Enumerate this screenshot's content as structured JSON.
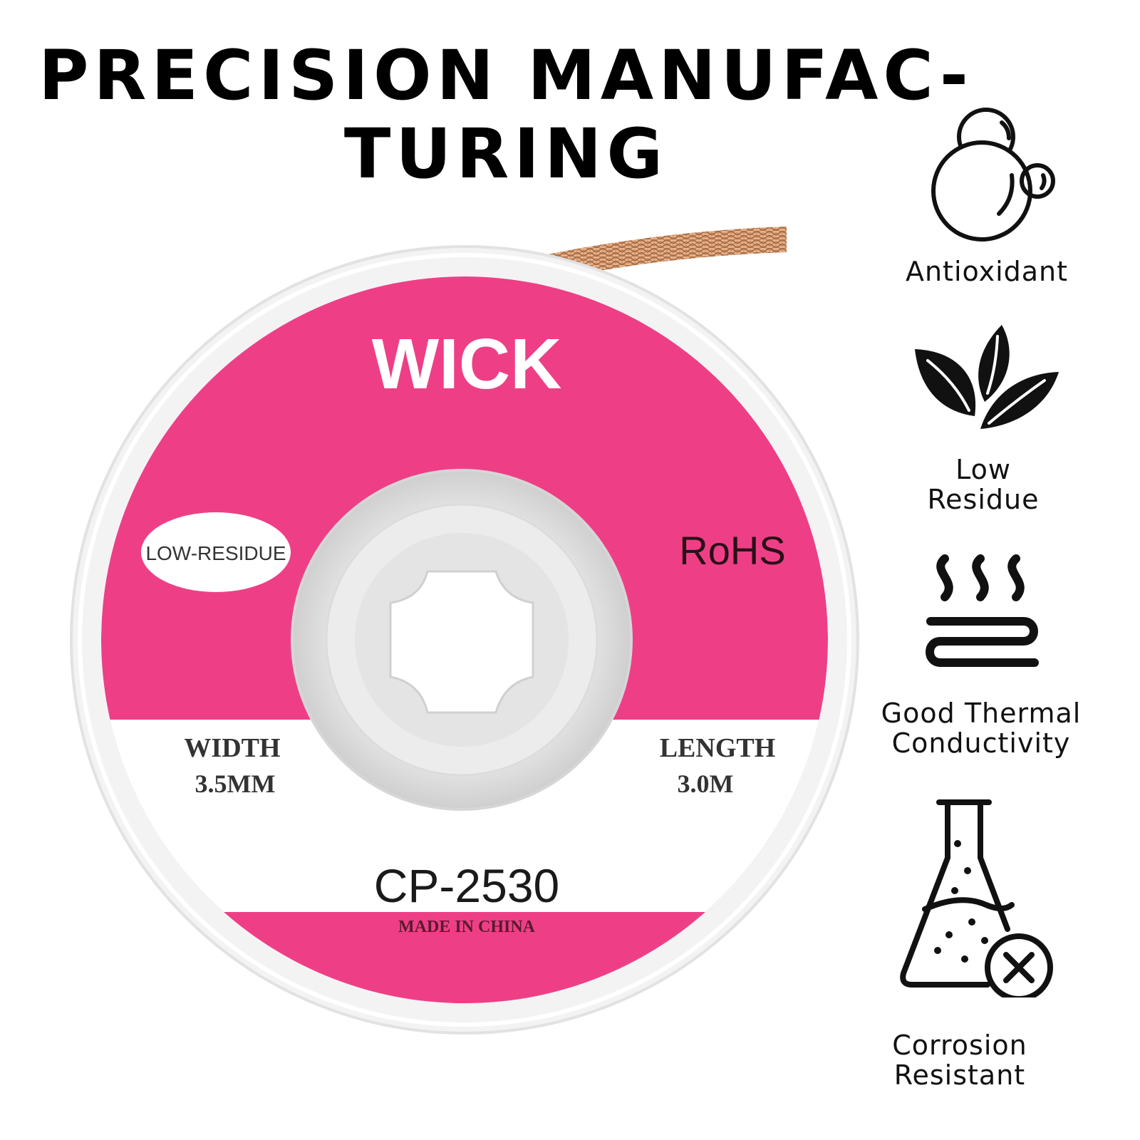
{
  "headline": {
    "line1": "PRECISION MANUFAC-",
    "line2": "TURING"
  },
  "spool": {
    "brand": "WICK",
    "badge": "LOW-RESIDUE",
    "cert": "RoHS",
    "width_label": "WIDTH",
    "width_value": "3.5MM",
    "length_label": "LENGTH",
    "length_value": "3.0M",
    "model": "CP-2530",
    "origin": "MADE IN CHINA"
  },
  "features": [
    {
      "icon": "bubbles-icon",
      "label_lines": [
        "Antioxidant"
      ]
    },
    {
      "icon": "leaves-icon",
      "label_lines": [
        "Low",
        "Residue"
      ]
    },
    {
      "icon": "heat-waves-icon",
      "label_lines": [
        "Good Thermal",
        "Conductivity"
      ]
    },
    {
      "icon": "flask-cross-icon",
      "label_lines": [
        "Corrosion",
        "Resistant"
      ]
    }
  ],
  "colors": {
    "label_pink": "#ee3f86",
    "braid_copper": "#c98a5c",
    "spool_white": "#f3f3f3",
    "text_dark": "#1a1a1a"
  }
}
